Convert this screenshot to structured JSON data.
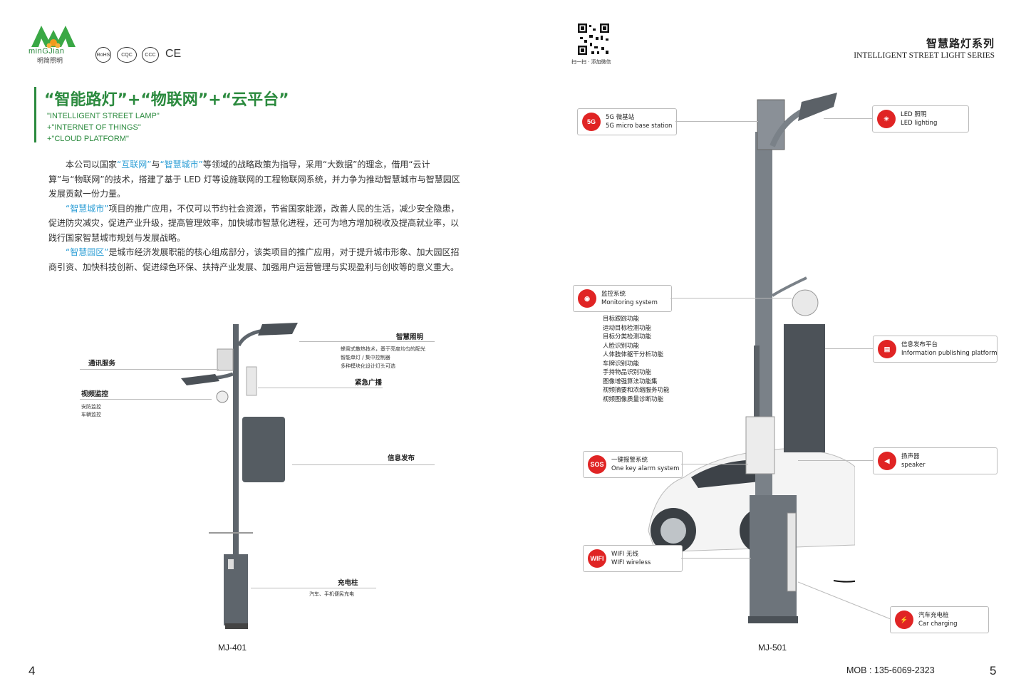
{
  "brand": {
    "name_en": "minGJian",
    "name_cn": "明简照明",
    "certs": [
      "RoHS",
      "CQC",
      "CCC",
      "CE"
    ]
  },
  "left_page": {
    "title_cn": "“智能路灯”+“物联网”+“云平台”",
    "title_en": [
      "\"INTELLIGENT STREET LAMP\"",
      "+\"INTERNET OF THINGS\"",
      "+\"CLOUD PLATFORM\""
    ],
    "p1": {
      "a": "本公司以国家",
      "h1": "“互联网”",
      "b": "与",
      "h2": "“智慧城市”",
      "c": "等领域的战略政策为指导，采用“大数据”的理念，借用“云计算”与“物联网”的技术，搭建了基于 LED 灯等设施联网的工程物联网系统，并力争为推动智慧城市与智慧园区发展贡献一份力量。"
    },
    "p2": {
      "h": "“智慧城市”",
      "t": "项目的推广应用，不仅可以节约社会资源，节省国家能源，改善人民的生活，减少安全隐患，促进防灾减灾，促进产业升级，提高管理效率，加快城市智慧化进程，还可为地方增加税收及提高就业率，以践行国家智慧城市规划与发展战略。"
    },
    "p3": {
      "h": "“智慧园区”",
      "t": "是城市经济发展职能的核心组成部分，该类项目的推广应用，对于提升城市形象、加大园区招商引资、加快科技创新、促进绿色环保、扶持产业发展、加强用户运营管理与实现盈利与创收等的意义重大。"
    },
    "callouts": {
      "lighting": {
        "title": "智慧照明",
        "lines": [
          "蜂窝式散热技术，基于亮度均匀的配光",
          "智能单灯 / 集中控制器",
          "多种模块化设计灯头可选"
        ]
      },
      "comm": {
        "title": "通讯服务"
      },
      "broadcast": {
        "title": "紧急广播"
      },
      "video": {
        "title": "视频监控",
        "lines": [
          "安防监控",
          "车辆监控"
        ]
      },
      "info": {
        "title": "信息发布"
      },
      "charge": {
        "title": "充电柱",
        "lines": [
          "汽车、手机便民充电"
        ]
      }
    },
    "model": "MJ-401",
    "page_number": "4"
  },
  "right_page": {
    "qr_caption": "扫一扫 · 添加微信",
    "series_cn": "智慧路灯系列",
    "series_en": "INTELLIGENT STREET LIGHT SERIES",
    "boxes": {
      "g5": {
        "icon": "5G",
        "cn": "5G 微基站",
        "en": "5G micro base station"
      },
      "led": {
        "icon": "☀",
        "cn": "LED 照明",
        "en": "LED lighting"
      },
      "mon": {
        "icon": "◉",
        "cn": "监控系统",
        "en": "Monitoring system"
      },
      "info": {
        "icon": "▤",
        "cn": "信息发布平台",
        "en": "Information publishing platform"
      },
      "sos": {
        "icon": "SOS",
        "cn": "一键报警系统",
        "en": "One key alarm system"
      },
      "spk": {
        "icon": "◀",
        "cn": "扬声器",
        "en": "speaker"
      },
      "wifi": {
        "icon": "WIFI",
        "cn": "WIFI 无线",
        "en": "WIFI wireless"
      },
      "car": {
        "icon": "⚡",
        "cn": "汽车充电桩",
        "en": "Car charging"
      }
    },
    "monitor_features": [
      "目标跟踪功能",
      "运动目标检测功能",
      "目标分类检测功能",
      "人脸识别功能",
      "人体肢体躯干分析功能",
      "车牌识别功能",
      "手持物品识别功能",
      "图像增强算法功能集",
      "视频摘要和浓缩服务功能",
      "视频图像质量诊断功能"
    ],
    "model": "MJ-501",
    "mob": "MOB : 135-6069-2323",
    "page_number": "5"
  },
  "colors": {
    "brand_green": "#2b8a3e",
    "highlight_blue": "#2f9fd6",
    "icon_red": "#e02424",
    "pole_gray": "#6d747b"
  }
}
